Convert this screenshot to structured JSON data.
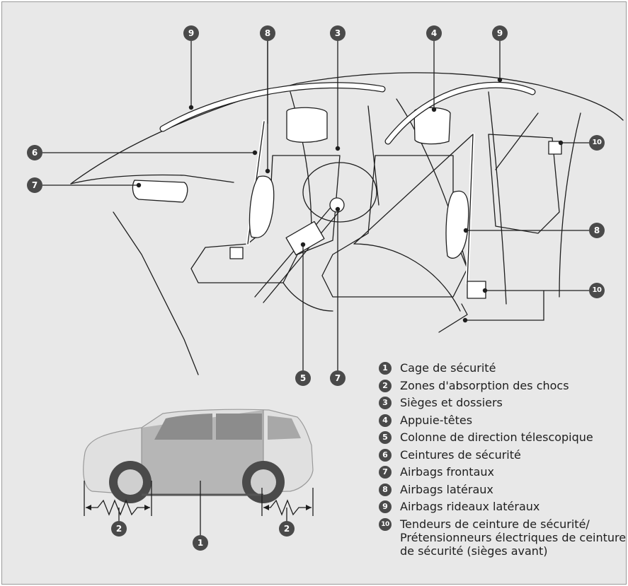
{
  "callouts": {
    "c1": "1",
    "c2": "2",
    "c3": "3",
    "c4": "4",
    "c5": "5",
    "c6": "6",
    "c7": "7",
    "c8": "8",
    "c9": "9",
    "c10": "10"
  },
  "legend": [
    {
      "num": "1",
      "text": "Cage de sécurité"
    },
    {
      "num": "2",
      "text": "Zones d'absorption des chocs"
    },
    {
      "num": "3",
      "text": "Sièges et dossiers"
    },
    {
      "num": "4",
      "text": "Appuie-têtes"
    },
    {
      "num": "5",
      "text": "Colonne de direction télescopique"
    },
    {
      "num": "6",
      "text": "Ceintures de sécurité"
    },
    {
      "num": "7",
      "text": "Airbags frontaux"
    },
    {
      "num": "8",
      "text": "Airbags latéraux"
    },
    {
      "num": "9",
      "text": "Airbags rideaux latéraux"
    },
    {
      "num": "10",
      "text": "Tendeurs de ceinture de sécurité/ Prétensionneurs électriques de ceinture de sécurité (sièges avant)"
    }
  ],
  "colors": {
    "background": "#e8e8e8",
    "badge": "#4a4a4a",
    "line": "#1e1e1e"
  }
}
